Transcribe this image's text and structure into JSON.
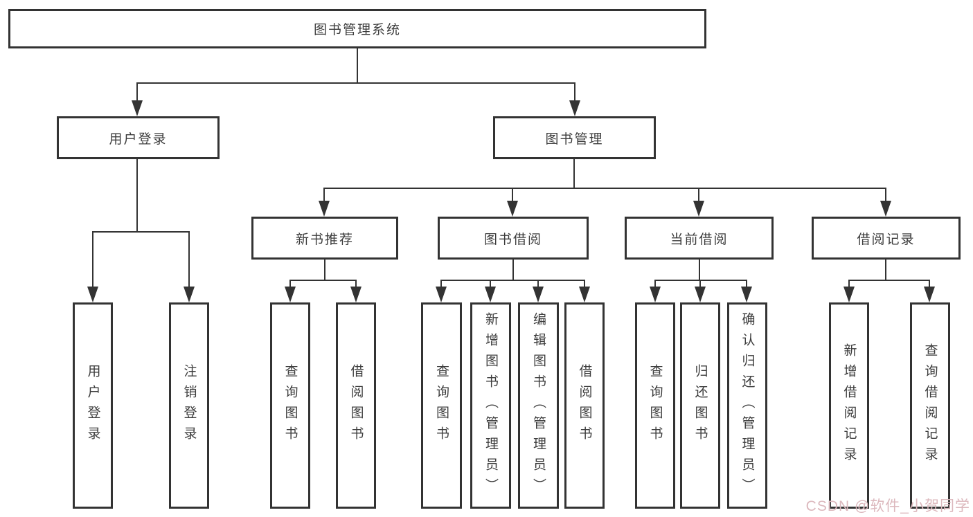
{
  "diagram_title": "图书管理系统",
  "tree": {
    "label": "图书管理系统",
    "children": [
      {
        "label": "用户登录",
        "children": [
          {
            "label": "用户登录"
          },
          {
            "label": "注销登录"
          }
        ]
      },
      {
        "label": "图书管理",
        "children": [
          {
            "label": "新书推荐",
            "children": [
              {
                "label": "查询图书"
              },
              {
                "label": "借阅图书"
              }
            ]
          },
          {
            "label": "图书借阅",
            "children": [
              {
                "label": "查询图书"
              },
              {
                "label": "新增图书（管理员）"
              },
              {
                "label": "编辑图书（管理员）"
              },
              {
                "label": "借阅图书"
              }
            ]
          },
          {
            "label": "当前借阅",
            "children": [
              {
                "label": "查询图书"
              },
              {
                "label": "归还图书"
              },
              {
                "label": "确认归还（管理员）"
              }
            ]
          },
          {
            "label": "借阅记录",
            "children": [
              {
                "label": "新增借阅记录"
              },
              {
                "label": "查询借阅记录"
              }
            ]
          }
        ]
      }
    ]
  },
  "watermark": {
    "text": "CSDN @软件_小贺同学",
    "color": "#dcb8bd"
  },
  "colors": {
    "line": "#333333",
    "box_border": "#333333",
    "box_fill": "#ffffff",
    "text": "#3c3c3c",
    "background": "#ffffff"
  }
}
